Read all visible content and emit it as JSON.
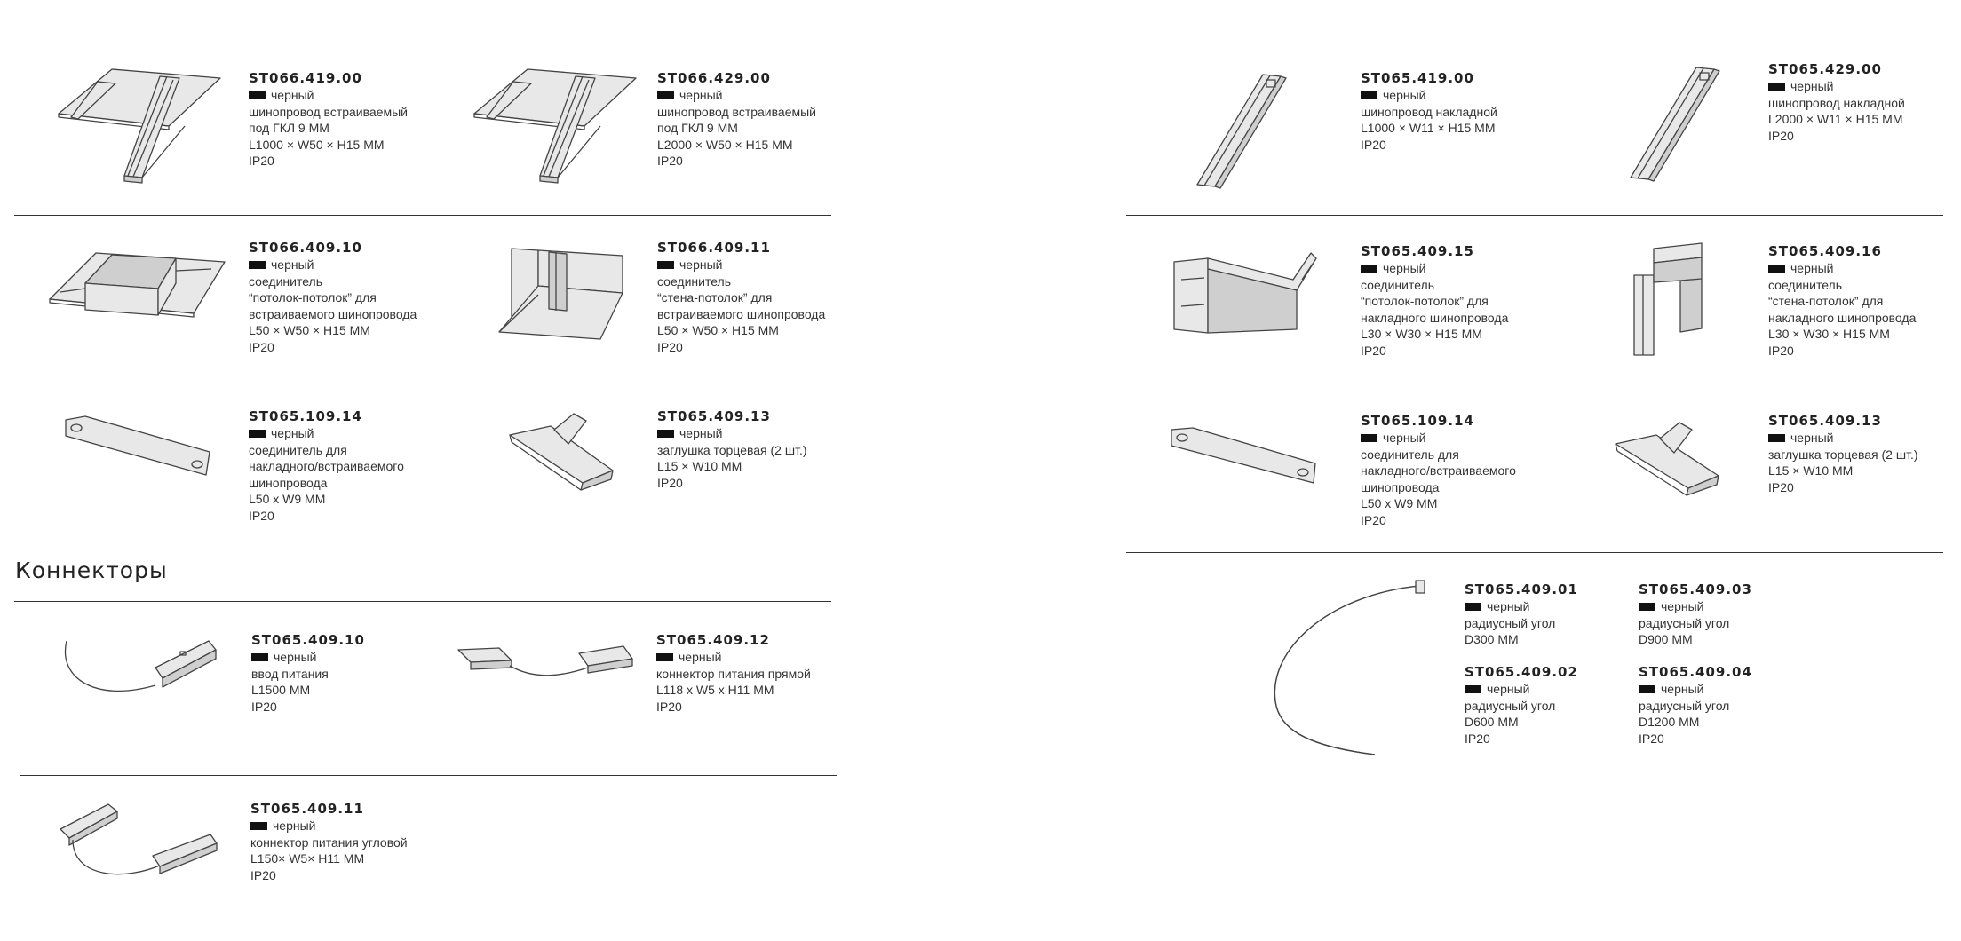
{
  "section_title": "Коннекторы",
  "color_label": "черный",
  "products": {
    "p1": {
      "code": "ST066.419.00",
      "lines": [
        "шинопровод встраиваемый",
        "под ГКЛ 9 ММ",
        "L1000 × W50 × H15 MM",
        "IP20"
      ]
    },
    "p2": {
      "code": "ST066.429.00",
      "lines": [
        "шинопровод встраиваемый",
        "под ГКЛ 9 ММ",
        "L2000 × W50 × H15 MM",
        "IP20"
      ]
    },
    "p3": {
      "code": "ST066.409.10",
      "lines": [
        "соединитель",
        "“потолок-потолок” для",
        "встраиваемого шинопровода",
        "L50 × W50 × H15 MM",
        "IP20"
      ]
    },
    "p4": {
      "code": "ST066.409.11",
      "lines": [
        "соединитель",
        "“стена-потолок” для",
        "встраиваемого шинопровода",
        "L50 × W50 × H15 MM",
        "IP20"
      ]
    },
    "p5": {
      "code": "ST065.109.14",
      "lines": [
        "соединитель для",
        "накладного/встраиваемого",
        "шинопровода",
        "L50 x W9 MM",
        "IP20"
      ]
    },
    "p6": {
      "code": "ST065.409.13",
      "lines": [
        "заглушка торцевая (2 шт.)",
        "L15 × W10 MM",
        "IP20"
      ]
    },
    "p7": {
      "code": "ST065.409.10",
      "lines": [
        "ввод питания",
        "L1500 MM",
        "IP20"
      ]
    },
    "p8": {
      "code": "ST065.409.12",
      "lines": [
        "коннектор питания прямой",
        "L118 x W5 x H11 MM",
        "IP20"
      ]
    },
    "p9": {
      "code": "ST065.409.11",
      "lines": [
        "коннектор питания угловой",
        "L150× W5× H11 MM",
        "IP20"
      ]
    },
    "p10": {
      "code": "ST065.419.00",
      "lines": [
        "шинопровод накладной",
        "L1000 × W11 × H15 MM",
        "IP20"
      ]
    },
    "p11": {
      "code": "ST065.429.00",
      "lines": [
        "шинопровод накладной",
        "L2000 × W11 × H15 MM",
        "IP20"
      ]
    },
    "p12": {
      "code": "ST065.409.15",
      "lines": [
        "соединитель",
        "“потолок-потолок” для",
        "накладного шинопровода",
        "L30 × W30 × H15 MM",
        "IP20"
      ]
    },
    "p13": {
      "code": "ST065.409.16",
      "lines": [
        "соединитель",
        "“стена-потолок” для",
        "накладного шинопровода",
        "L30 × W30 × H15 MM",
        "IP20"
      ]
    },
    "p14": {
      "code": "ST065.109.14",
      "lines": [
        "соединитель для",
        "накладного/встраиваемого",
        "шинопровода",
        "L50 x W9 MM",
        "IP20"
      ]
    },
    "p15": {
      "code": "ST065.409.13",
      "lines": [
        "заглушка торцевая (2 шт.)",
        "L15 × W10 MM",
        "IP20"
      ]
    },
    "p16": {
      "code": "ST065.409.01",
      "lines": [
        "радиусный угол",
        "D300 MM"
      ]
    },
    "p17": {
      "code": "ST065.409.03",
      "lines": [
        "радиусный угол",
        "D900 MM"
      ]
    },
    "p18": {
      "code": "ST065.409.02",
      "lines": [
        "радиусный угол",
        "D600 MM",
        "IP20"
      ]
    },
    "p19": {
      "code": "ST065.409.04",
      "lines": [
        "радиусный угол",
        "D1200 MM",
        "IP20"
      ]
    }
  }
}
